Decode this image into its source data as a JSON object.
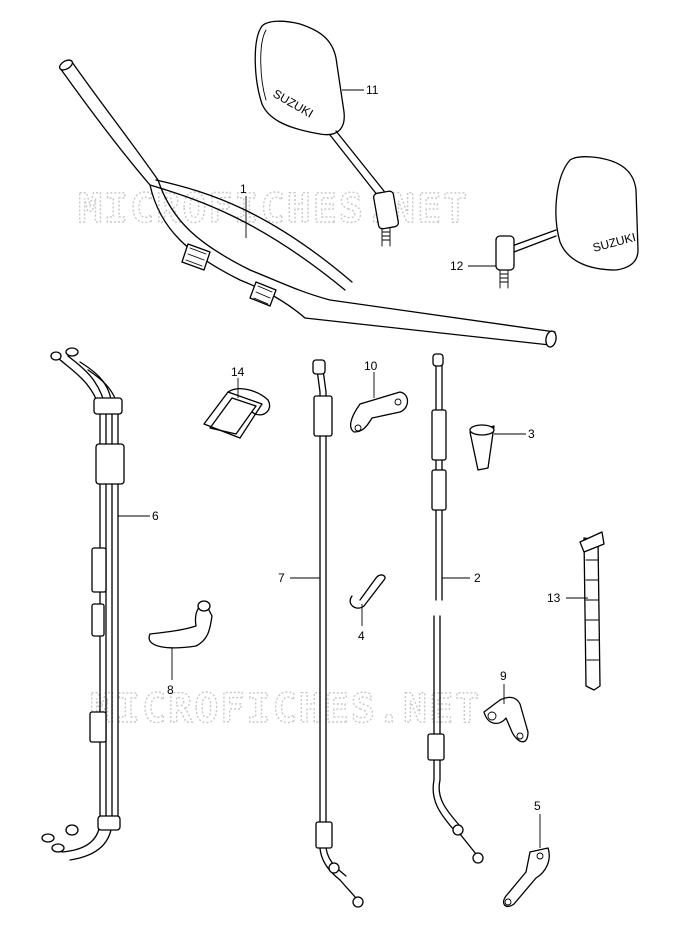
{
  "watermark": "MICROFICHES.NET",
  "mirror_text": "SUZUKI",
  "callouts": [
    {
      "id": "1",
      "label": "1"
    },
    {
      "id": "2",
      "label": "2"
    },
    {
      "id": "3",
      "label": "3"
    },
    {
      "id": "4",
      "label": "4"
    },
    {
      "id": "5",
      "label": "5"
    },
    {
      "id": "6",
      "label": "6"
    },
    {
      "id": "7",
      "label": "7"
    },
    {
      "id": "8",
      "label": "8"
    },
    {
      "id": "9",
      "label": "9"
    },
    {
      "id": "10",
      "label": "10"
    },
    {
      "id": "11",
      "label": "11"
    },
    {
      "id": "12",
      "label": "12"
    },
    {
      "id": "13",
      "label": "13"
    },
    {
      "id": "14",
      "label": "14"
    }
  ]
}
